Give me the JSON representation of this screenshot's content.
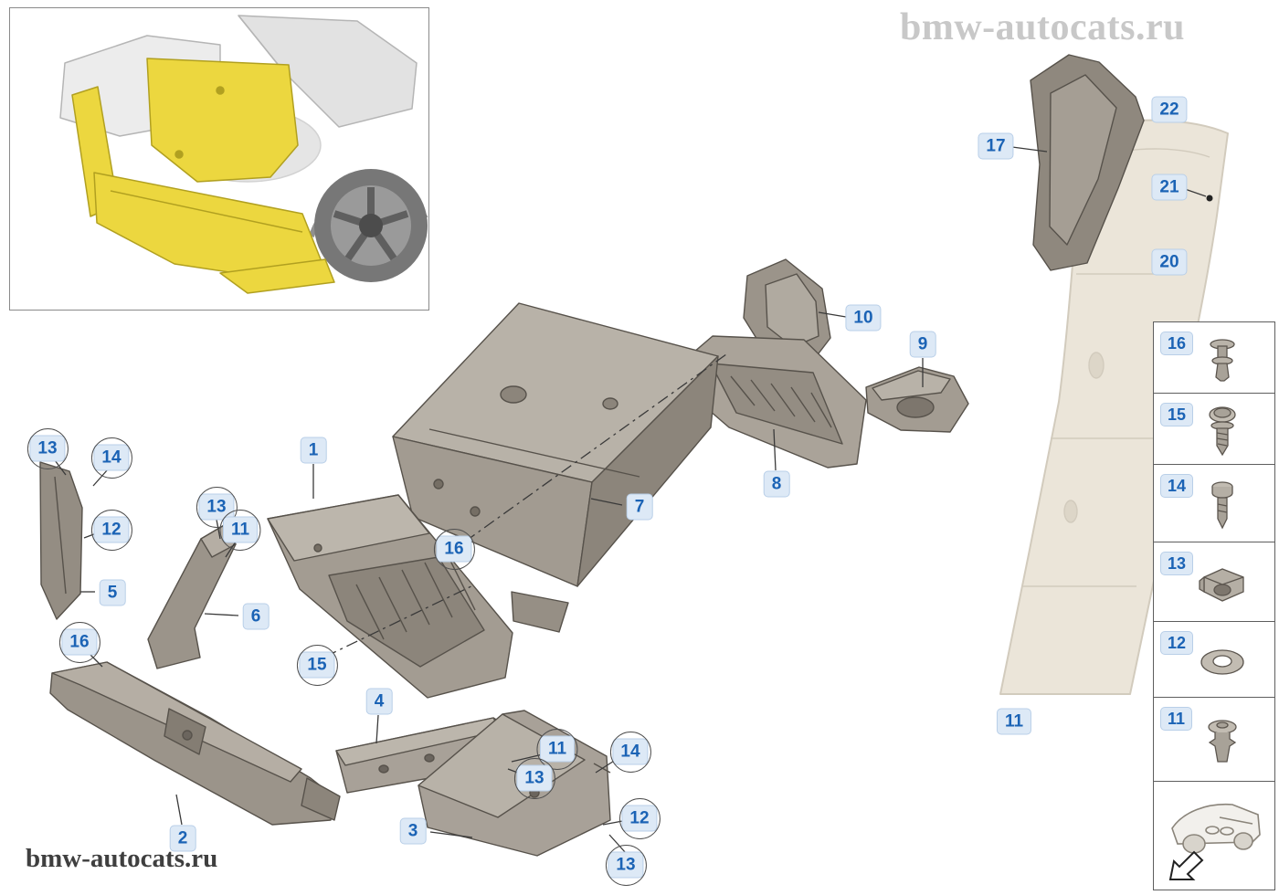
{
  "watermarks": {
    "top_right": "bmw-autocats.ru",
    "bottom_left": "bmw-autocats.ru"
  },
  "colors": {
    "callout_text": "#1b63b5",
    "callout_bg": "#dde9f6",
    "callout_border": "#b9cfe8",
    "callout_ring": "#4f4f4f",
    "part_gray": "#a39c92",
    "panel_beige": "#ebe5d9",
    "highlight_yellow": "#ecd73f"
  },
  "callouts": [
    {
      "text": "13",
      "circled": true
    },
    {
      "text": "14",
      "circled": true
    },
    {
      "text": "12",
      "circled": true
    },
    {
      "text": "5",
      "circled": false
    },
    {
      "text": "16",
      "circled": true
    },
    {
      "text": "13",
      "circled": true
    },
    {
      "text": "11",
      "circled": true
    },
    {
      "text": "6",
      "circled": false
    },
    {
      "text": "1",
      "circled": false
    },
    {
      "text": "16",
      "circled": true
    },
    {
      "text": "15",
      "circled": true
    },
    {
      "text": "4",
      "circled": false
    },
    {
      "text": "2",
      "circled": false
    },
    {
      "text": "3",
      "circled": false
    },
    {
      "text": "11",
      "circled": true
    },
    {
      "text": "13",
      "circled": true
    },
    {
      "text": "14",
      "circled": true
    },
    {
      "text": "12",
      "circled": true
    },
    {
      "text": "13",
      "circled": true
    },
    {
      "text": "10",
      "circled": false
    },
    {
      "text": "9",
      "circled": false
    },
    {
      "text": "8",
      "circled": false
    },
    {
      "text": "7",
      "circled": false
    },
    {
      "text": "17",
      "circled": false
    },
    {
      "text": "22",
      "circled": false
    },
    {
      "text": "21",
      "circled": false
    },
    {
      "text": "20",
      "circled": false
    },
    {
      "text": "11",
      "circled": false
    }
  ],
  "sidebar": {
    "rows": [
      {
        "number": "16",
        "icon": "expansion-rivet-icon"
      },
      {
        "number": "15",
        "icon": "screw-with-washer-icon"
      },
      {
        "number": "14",
        "icon": "screw-icon"
      },
      {
        "number": "13",
        "icon": "cage-nut-icon"
      },
      {
        "number": "12",
        "icon": "washer-icon"
      },
      {
        "number": "11",
        "icon": "expanding-clip-icon"
      }
    ],
    "footer_icon": "car-orientation-icon"
  }
}
